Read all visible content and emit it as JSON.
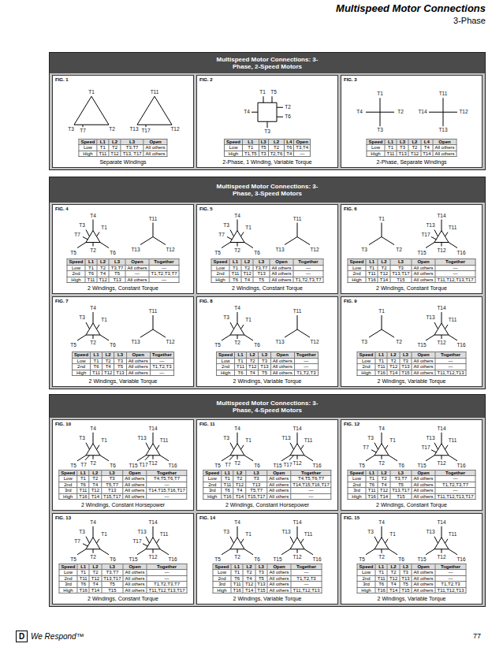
{
  "diagram": {
    "title": "Multispeed Motor Connections",
    "nodes": [
      {
        "text": [
          "Multispeed Motor Connections: 3-Phase, 2-Speed Motors"
        ]
      },
      {
        "text": [
          "FIG. 1",
          "Separate Windings"
        ],
        "in": 0
      },
      {
        "text": [
          "FIG. 2",
          "2-Phase, 1 Winding, Variable Torque"
        ],
        "in": 0
      },
      {
        "text": [
          "FIG. 3",
          "2-Phase, Separate Windings"
        ],
        "in": 0
      },
      {
        "text": [
          "Multispeed Motor Connections: 3-Phase, 3-Speed Motors"
        ]
      },
      {
        "text": [
          "FIG. 4",
          "2 Windings, Constant Torque"
        ],
        "in": 4
      },
      {
        "text": [
          "FIG. 5",
          "2 Windings, Constant Torque"
        ],
        "in": 4
      },
      {
        "text": [
          "FIG. 6",
          "2 Windings, Constant Torque"
        ],
        "in": 4
      },
      {
        "text": [
          "FIG. 7",
          "2 Windings, Variable Torque"
        ],
        "in": 4
      },
      {
        "text": [
          "FIG. 8",
          "2 Windings, Variable Torque"
        ],
        "in": 4
      },
      {
        "text": [
          "FIG. 9",
          "2 Windings, Variable Torque"
        ],
        "in": 4
      },
      {
        "text": [
          "Multispeed Motor Connections: 3-Phase, 4-Speed Motors"
        ]
      },
      {
        "text": [
          "FIG. 10",
          "2 Windings, Constant Horsepower"
        ],
        "in": 11
      },
      {
        "text": [
          "FIG. 11",
          "2 Windings, Constant Horsepower"
        ],
        "in": 11
      },
      {
        "text": [
          "FIG. 12",
          "2 Windings, Constant Torque"
        ],
        "in": 11
      },
      {
        "text": [
          "FIG. 13",
          "2 Windings, Constant Torque"
        ],
        "in": 11
      },
      {
        "text": [
          "FIG. 14",
          "2 Windings, Variable Torque"
        ],
        "in": 11
      },
      {
        "text": [
          "FIG. 15",
          "2 Windings, Variable Torque"
        ],
        "in": 11
      }
    ],
    "labels": [
      "3-Phase",
      "T1",
      "T3",
      "T7",
      "T2",
      "T11",
      "T13",
      "T17",
      "T12",
      "Speed",
      "L1",
      "L2",
      "L3",
      "Open",
      "Low",
      "T1",
      "T2",
      "T3,T7",
      "All others",
      "High",
      "T11",
      "T12",
      "T13, T17",
      "All others",
      "T1",
      "T5",
      "T2",
      "T4",
      "T6",
      "T3",
      "Speed",
      "L1",
      "L3",
      "L2",
      "L4",
      "Open",
      "Low",
      "T1",
      "T5",
      "T2",
      "T6",
      "T3,T4",
      "High",
      "T1,T5",
      "T3",
      "T2,T6",
      "T4",
      "—",
      "T1",
      "T4",
      "T2",
      "T3",
      "T11",
      "T14",
      "T12",
      "T13",
      "Speed",
      "L1",
      "L3",
      "L2",
      "L4",
      "Open",
      "Low",
      "T1",
      "T3",
      "T2",
      "T4",
      "All others",
      "High",
      "T11",
      "T13",
      "T12",
      "T14",
      "All others",
      "T4",
      "T3",
      "T7",
      "T1",
      "T5",
      "T2",
      "T6",
      "T11",
      "T13",
      "T12",
      "Speed",
      "L1",
      "L2",
      "L3",
      "Open",
      "Together",
      "Low",
      "T1",
      "T2",
      "T3,T7",
      "All others",
      "—",
      "2nd",
      "T6",
      "T4",
      "T5",
      "—",
      "T1,T2,T3,T7",
      "High",
      "T11",
      "T12",
      "T13",
      "All others",
      "—",
      "T4",
      "T3",
      "T7",
      "T1",
      "T5",
      "T2",
      "T6",
      "T11",
      "T13",
      "T12",
      "Speed",
      "L1",
      "L2",
      "L3",
      "Open",
      "Together",
      "Low",
      "T1",
      "T2",
      "T3,T7",
      "All others",
      "—",
      "2nd",
      "T11",
      "T12",
      "T13",
      "All others",
      "—",
      "High",
      "T6",
      "T4",
      "T5",
      "All others",
      "T1,T2,T3,T7",
      "T1",
      "T3",
      "T2",
      "T14",
      "T13",
      "T17",
      "T11",
      "T15",
      "T12",
      "T16",
      "Speed",
      "L1",
      "L2",
      "L3",
      "Open",
      "Together",
      "Low",
      "T1",
      "T2",
      "T3",
      "All others",
      "—",
      "2nd",
      "T11",
      "T12",
      "T13,T17",
      "All others",
      "—",
      "High",
      "T16",
      "T14",
      "T15",
      "All others",
      "T11,T12,T13,T17",
      "T4",
      "T3",
      "T1",
      "T5",
      "T2",
      "T6",
      "T11",
      "T13",
      "T12",
      "Speed",
      "L1",
      "L2",
      "L3",
      "Open",
      "Together",
      "Low",
      "T1",
      "T2",
      "T3",
      "All others",
      "—",
      "2nd",
      "T6",
      "T4",
      "T5",
      "All others",
      "T1,T2,T3",
      "High",
      "T11",
      "T12",
      "T13",
      "All others",
      "—",
      "T4",
      "T3",
      "T1",
      "T5",
      "T2",
      "T6",
      "T11",
      "T13",
      "T12",
      "Speed",
      "L1",
      "L2",
      "L3",
      "Open",
      "Together",
      "Low",
      "T1",
      "T2",
      "T3",
      "All others",
      "—",
      "2nd",
      "T11",
      "T12",
      "T13",
      "All others",
      "—",
      "High",
      "T6",
      "T4",
      "T5",
      "All others",
      "T1,T2,T3",
      "T1",
      "T3",
      "T2",
      "T14",
      "T13",
      "T11",
      "T15",
      "T12",
      "T16",
      "Speed",
      "L1",
      "L2",
      "L3",
      "Open",
      "Together",
      "Low",
      "T1",
      "T2",
      "T3",
      "All others",
      "—",
      "2nd",
      "T11",
      "T12",
      "T13",
      "All others",
      "—",
      "High",
      "T16",
      "T14",
      "T15",
      "All others",
      "T11,T12,T13",
      "T4",
      "T3",
      "T1",
      "T5",
      "T7",
      "T2",
      "T6",
      "T14",
      "T13",
      "T11",
      "T15",
      "T17",
      "T12",
      "T16",
      "Speed",
      "L1",
      "L2",
      "L3",
      "Open",
      "Together",
      "Low",
      "T1",
      "T2",
      "T3",
      "All others",
      "T4,T5,T6,T7",
      "2nd",
      "T6",
      "T4",
      "T5,T7",
      "All others",
      "—",
      "3rd",
      "T11",
      "T12",
      "T13",
      "All others",
      "T14,T15,T16,T17",
      "High",
      "T16",
      "T14",
      "T15,T17",
      "All others",
      "—",
      "T4",
      "T3",
      "T1",
      "T5",
      "T7",
      "T2",
      "T6",
      "T14",
      "T13",
      "T11",
      "T15",
      "T17",
      "T12",
      "T16",
      "Speed",
      "L1",
      "L2",
      "L3",
      "Open",
      "Together",
      "Low",
      "T1",
      "T2",
      "T3",
      "All others",
      "T4,T5,T6,T7",
      "2nd",
      "T11",
      "T12",
      "T13",
      "All others",
      "T14,T15,T16,T17",
      "3rd",
      "T6",
      "T4",
      "T5,T7",
      "All others",
      "—",
      "High",
      "T16",
      "T14",
      "T15,T17",
      "All others",
      "—",
      "T4",
      "T3",
      "T7",
      "T1",
      "T5",
      "T2",
      "T6",
      "T14",
      "T13",
      "T17",
      "T11",
      "T15",
      "T12",
      "T16",
      "Speed",
      "L1",
      "L2",
      "L3",
      "Open",
      "Together",
      "Low",
      "T1",
      "T2",
      "T3,T7",
      "All others",
      "—",
      "2nd",
      "T6",
      "T4",
      "T5",
      "All others",
      "T1,T2,T3,T7",
      "3rd",
      "T11",
      "T12",
      "T13,T17",
      "All others",
      "—",
      "High",
      "T16",
      "T14",
      "T15",
      "All others",
      "T11,T12,T13,T17",
      "T4",
      "T3",
      "T7",
      "T1",
      "T5",
      "T2",
      "T6",
      "T14",
      "T13",
      "T17",
      "T11",
      "T15",
      "T12",
      "T16",
      "Speed",
      "L1",
      "L2",
      "L3",
      "Open",
      "Together",
      "Low",
      "T1",
      "T2",
      "T3,T7",
      "All others",
      "—",
      "2nd",
      "T11",
      "T12",
      "T13,T17",
      "All others",
      "—",
      "3rd",
      "T6",
      "T4",
      "T5",
      "All others",
      "T1,T2,T3,T7",
      "High",
      "T16",
      "T14",
      "T15",
      "All others",
      "T11,T12,T13,T17",
      "T4",
      "T3",
      "T1",
      "T5",
      "T2",
      "T6",
      "T14",
      "T13",
      "T11",
      "T15",
      "T12",
      "T16",
      "Speed",
      "L1",
      "L2",
      "L3",
      "Open",
      "Together",
      "Low",
      "T1",
      "T2",
      "T3",
      "All others",
      "—",
      "2nd",
      "T6",
      "T4",
      "T5",
      "All others",
      "T1,T2,T3",
      "3rd",
      "T11",
      "T12",
      "T13",
      "All others",
      "—",
      "High",
      "T16",
      "T14",
      "T15",
      "All others",
      "T11,T12,T13",
      "T4",
      "T3",
      "T1",
      "T5",
      "T2",
      "T6",
      "T14",
      "T13",
      "T11",
      "T15",
      "T12",
      "T16",
      "Speed",
      "L1",
      "L2",
      "L3",
      "Open",
      "Together",
      "Low",
      "T1",
      "T2",
      "T3",
      "All others",
      "—",
      "2nd",
      "T11",
      "T12",
      "T13",
      "All others",
      "—",
      "3rd",
      "T6",
      "T4",
      "T5",
      "All others",
      "T1,T2,T3",
      "High",
      "T16",
      "T14",
      "T15",
      "All others",
      "T11,T12,T13",
      "D",
      "We Respond™",
      "77"
    ]
  }
}
